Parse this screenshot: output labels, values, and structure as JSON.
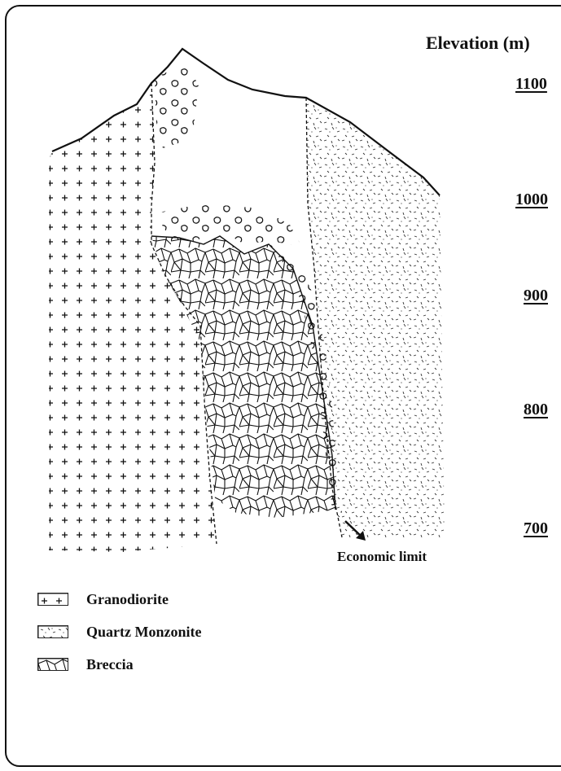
{
  "elevation_axis": {
    "title": "Elevation (m)",
    "ticks": [
      "1100",
      "1000",
      "900",
      "800",
      "700"
    ]
  },
  "annotation": {
    "economic_limit": "Economic limit"
  },
  "legend": [
    {
      "key": "granodiorite",
      "label": "Granodiorite"
    },
    {
      "key": "quartz_monzonite",
      "label": "Quartz Monzonite"
    },
    {
      "key": "breccia",
      "label": "Breccia"
    }
  ],
  "colors": {
    "ink": "#111111",
    "background": "#ffffff"
  }
}
